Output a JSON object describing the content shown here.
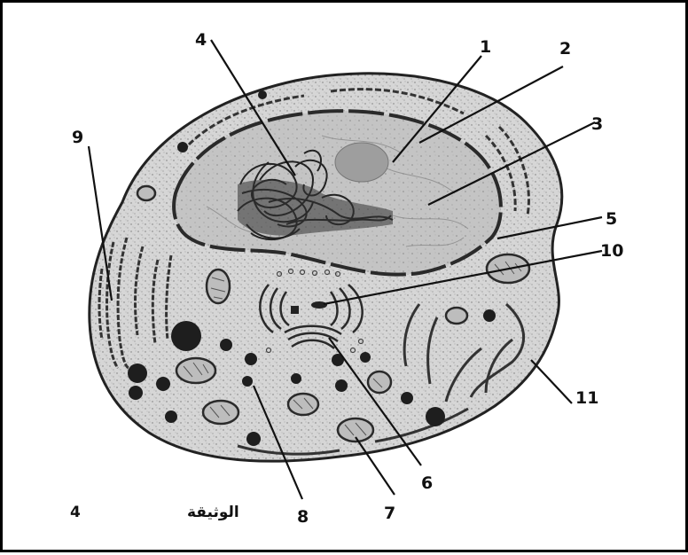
{
  "caption": {
    "text": "الوثيقة",
    "number": "4"
  },
  "labels": [
    {
      "id": "l1",
      "text": "1"
    },
    {
      "id": "l2",
      "text": "2"
    },
    {
      "id": "l3",
      "text": "3"
    },
    {
      "id": "l4",
      "text": "4"
    },
    {
      "id": "l5",
      "text": "5"
    },
    {
      "id": "l6",
      "text": "6"
    },
    {
      "id": "l7",
      "text": "7"
    },
    {
      "id": "l8",
      "text": "8"
    },
    {
      "id": "l9",
      "text": "9"
    },
    {
      "id": "l10",
      "text": "10"
    },
    {
      "id": "l11",
      "text": "11"
    }
  ],
  "colors": {
    "cytoplasm": "#d9d9d9",
    "nucleus": "#c9c9c9",
    "ink": "#1a1a1a",
    "background": "#ffffff"
  }
}
